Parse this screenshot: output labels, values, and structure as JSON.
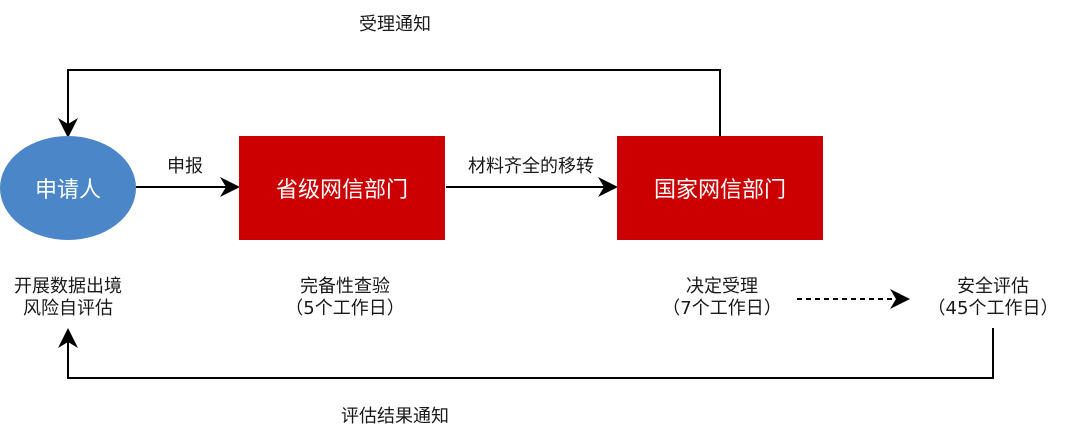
{
  "nodes": {
    "applicant": "申请人",
    "provincial": "省级网信部门",
    "national": "国家网信部门"
  },
  "edges": {
    "declare": "申报",
    "transfer": "材料齐全的移转",
    "acceptance_notice": "受理通知",
    "result_notice": "评估结果通知"
  },
  "steps": {
    "self_assess": {
      "line1": "开展数据出境",
      "line2": "风险自评估"
    },
    "check": {
      "line1": "完备性查验",
      "line2": "（5个工作日）"
    },
    "decide": {
      "line1": "决定受理",
      "line2": "（7个工作日）"
    },
    "security": {
      "line1": "安全评估",
      "line2": "（45个工作日）"
    }
  },
  "colors": {
    "applicant_fill": "#4a86c8",
    "department_fill": "#cc0000",
    "line": "#000000"
  }
}
